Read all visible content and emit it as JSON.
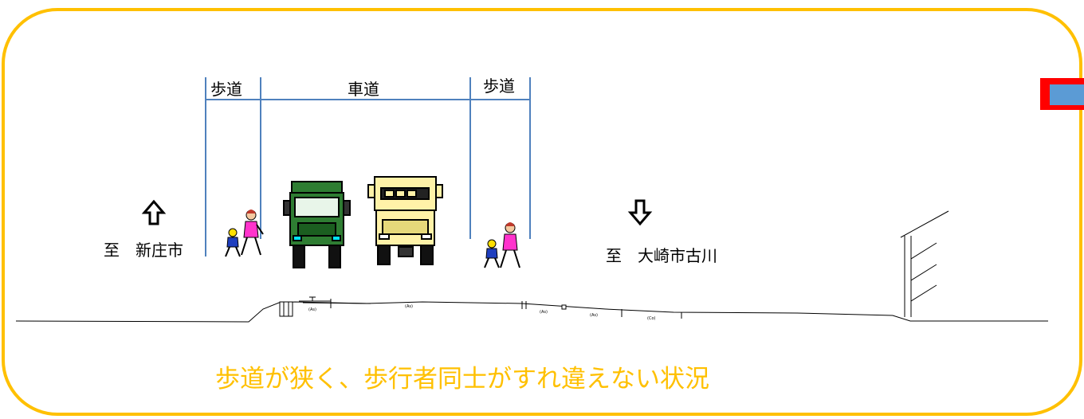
{
  "labels": {
    "sidewalk_left": "歩道",
    "roadway": "車道",
    "sidewalk_right": "歩道",
    "direction_north": "至　新庄市",
    "direction_south": "至　大崎市古川",
    "caption": "歩道が狭く、歩行者同士がすれ違えない状況"
  },
  "pavement_marks": [
    "(As)",
    "(As)",
    "(As)",
    "(As)",
    "(Co)"
  ],
  "colors": {
    "frame": "#ffc000",
    "caption": "#ffc000",
    "dimension_lines": "#4f81bd",
    "truck_green": "#2e7d32",
    "truck_yellow": "#fff2a8",
    "badge_outer": "#ff0000",
    "badge_inner": "#5b9bd5"
  },
  "icons": [
    "arrow-up-icon",
    "arrow-down-icon",
    "pedestrians-icon",
    "green-truck-icon",
    "yellow-truck-icon"
  ]
}
